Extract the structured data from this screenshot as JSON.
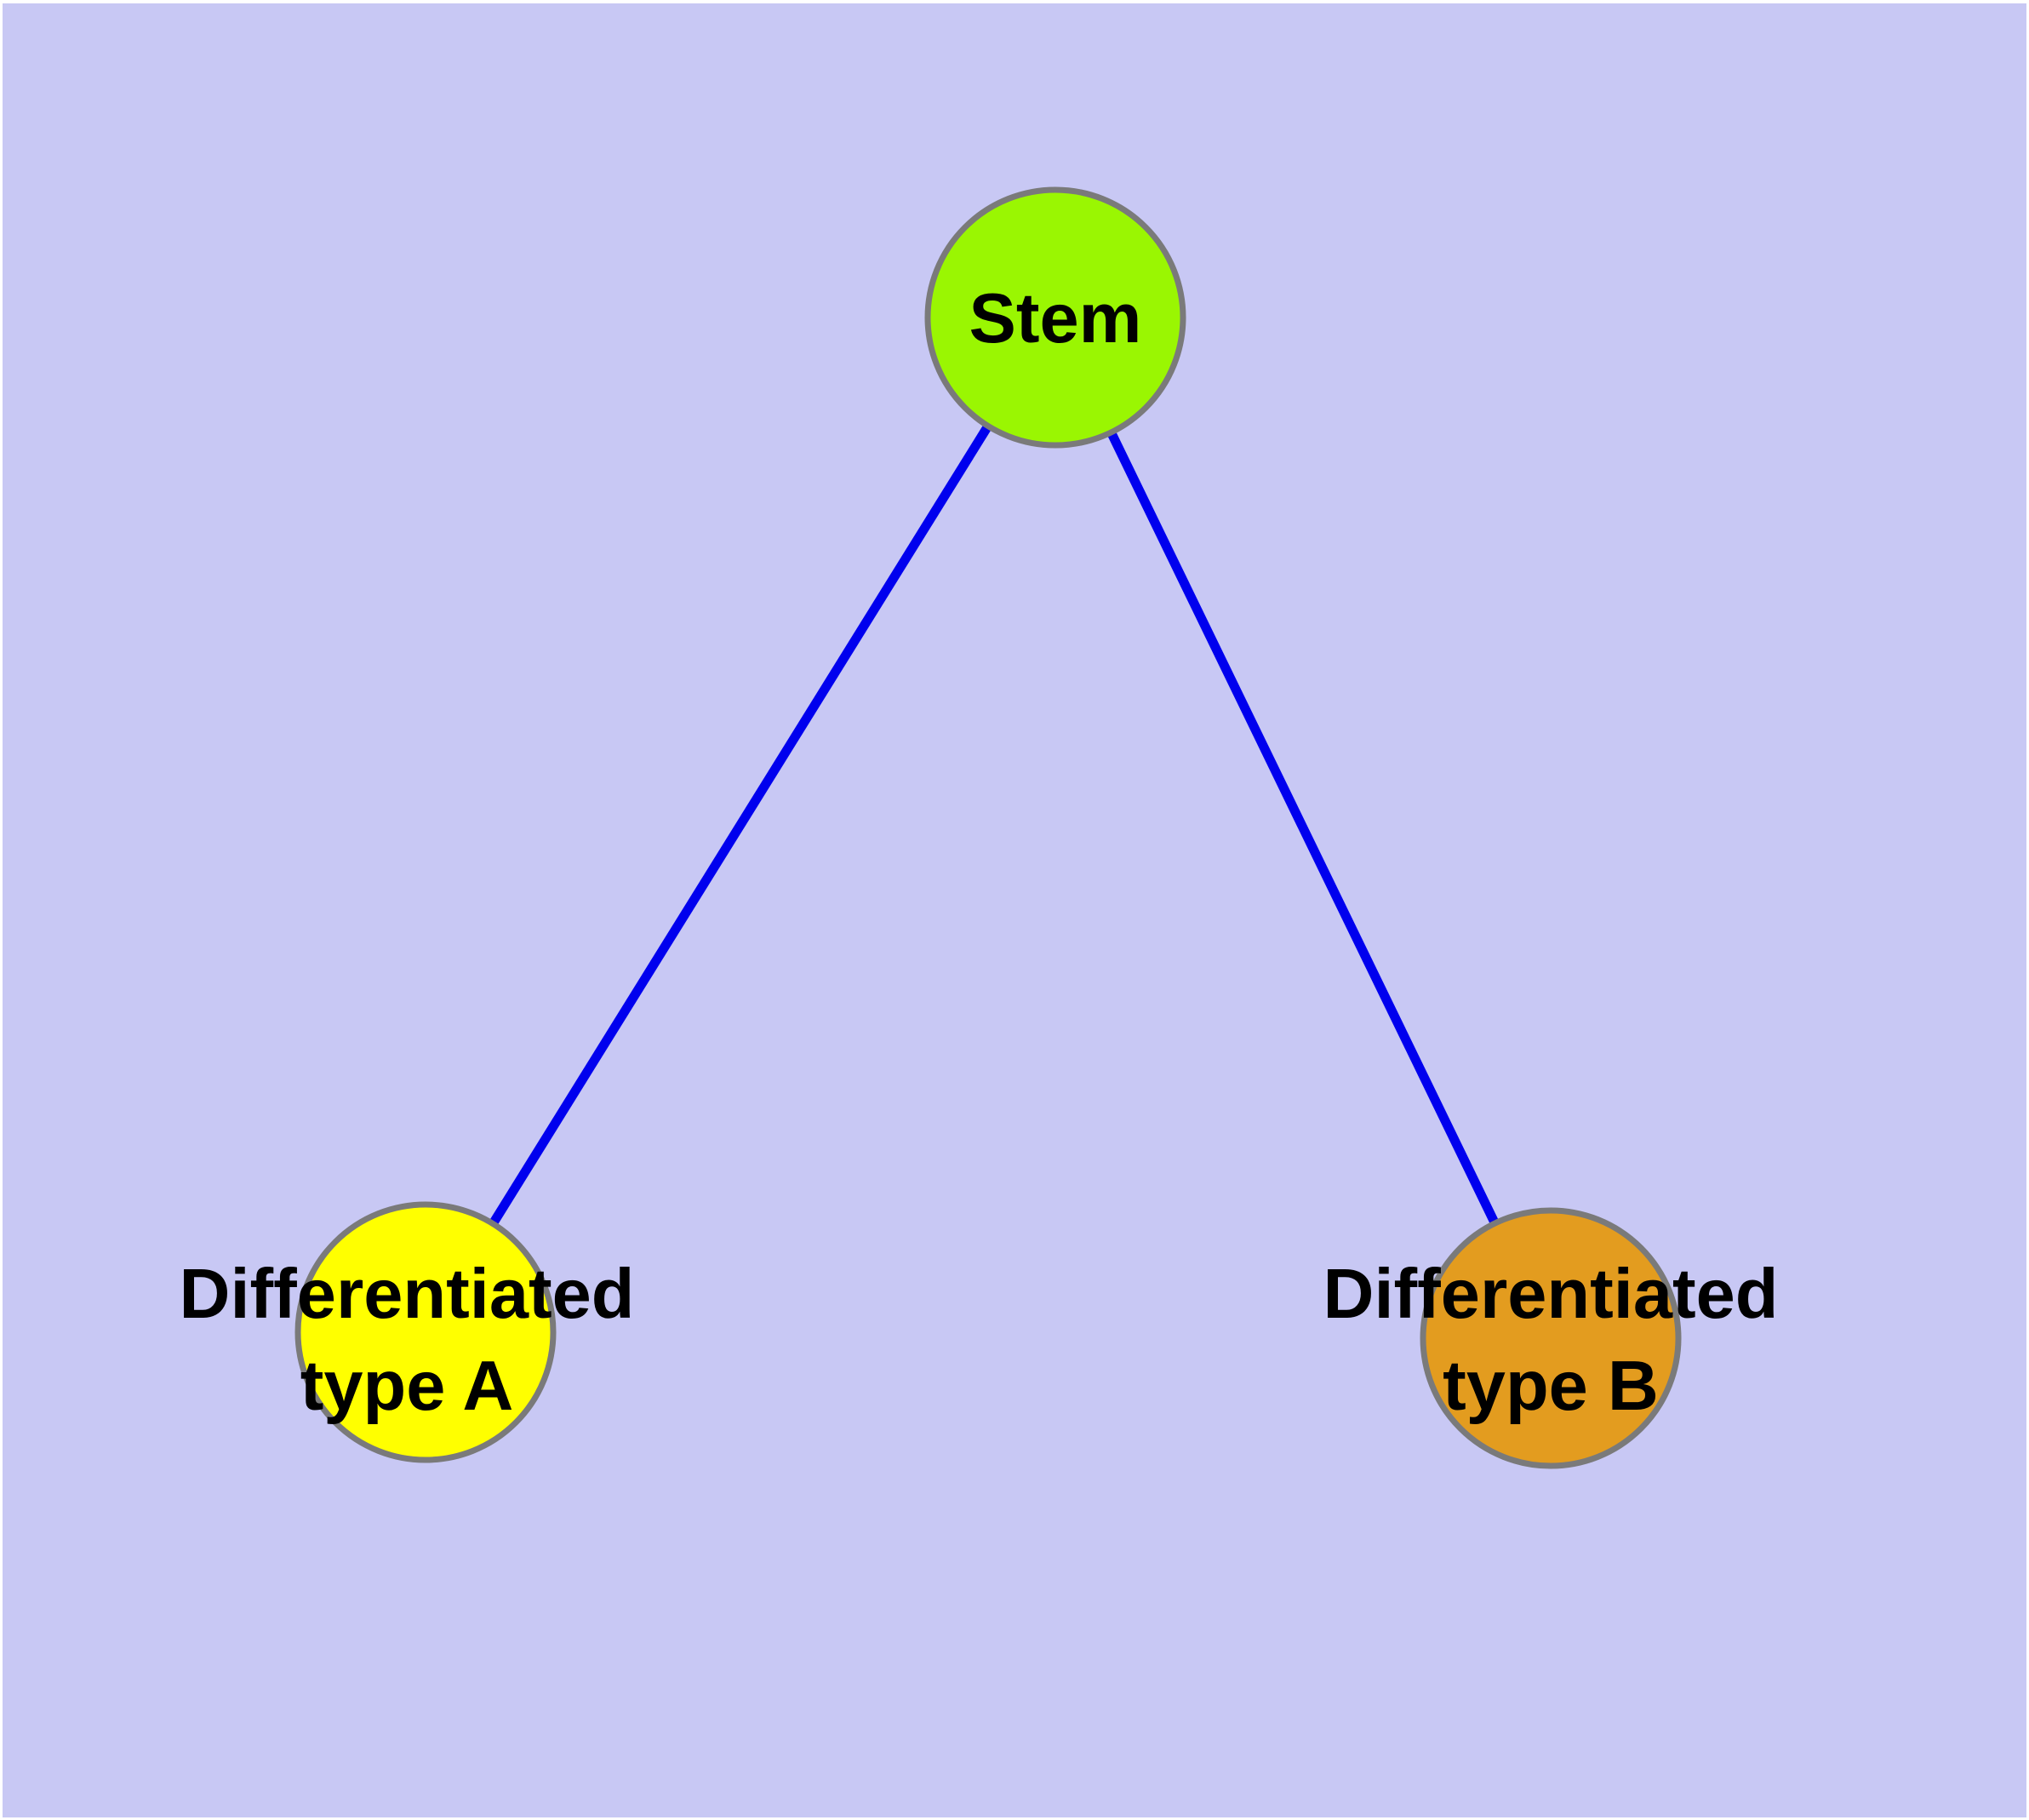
{
  "figure": {
    "background_color": "#c8c8f4",
    "margin_color": "#ffffff"
  },
  "nodes": [
    {
      "id": "stem",
      "label": "Stem",
      "fill": "#9af602",
      "border": "#7a7a7a"
    },
    {
      "id": "type-a",
      "label_line1": "Differentiated",
      "label_line2": "type A",
      "fill": "#ffff00",
      "border": "#7a7a7a"
    },
    {
      "id": "type-b",
      "label_line1": "Differentiated",
      "label_line2": "type B",
      "fill": "#e39c1f",
      "border": "#7a7a7a"
    }
  ],
  "edges": [
    {
      "from": "stem",
      "to": "type-a",
      "color": "#0000ee"
    },
    {
      "from": "stem",
      "to": "type-b",
      "color": "#0000ee"
    }
  ],
  "text_color": "#000000"
}
